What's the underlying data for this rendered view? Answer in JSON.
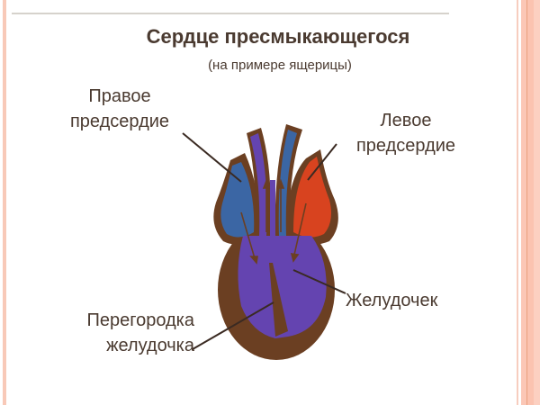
{
  "slide": {
    "title": "Сердце пресмыкающегося",
    "subtitle": "(на примере ящерицы)"
  },
  "labels": {
    "right_atrium": {
      "line1": "Правое",
      "line2": "предсердие"
    },
    "left_atrium": {
      "line1": "Левое",
      "line2": "предсердие"
    },
    "ventricle": {
      "line1": "Желудочек"
    },
    "septum": {
      "line1": "Перегородка",
      "line2": "желудочка"
    }
  },
  "colors": {
    "heart_wall": "#6b3f22",
    "ventricle_blood": "#6444b0",
    "venous_blue": "#3b66a4",
    "arterial_red": "#d8431f",
    "pointer_line": "#3a2a22",
    "text": "#4a3a30",
    "accent_stripe": "#f8c9b8"
  }
}
